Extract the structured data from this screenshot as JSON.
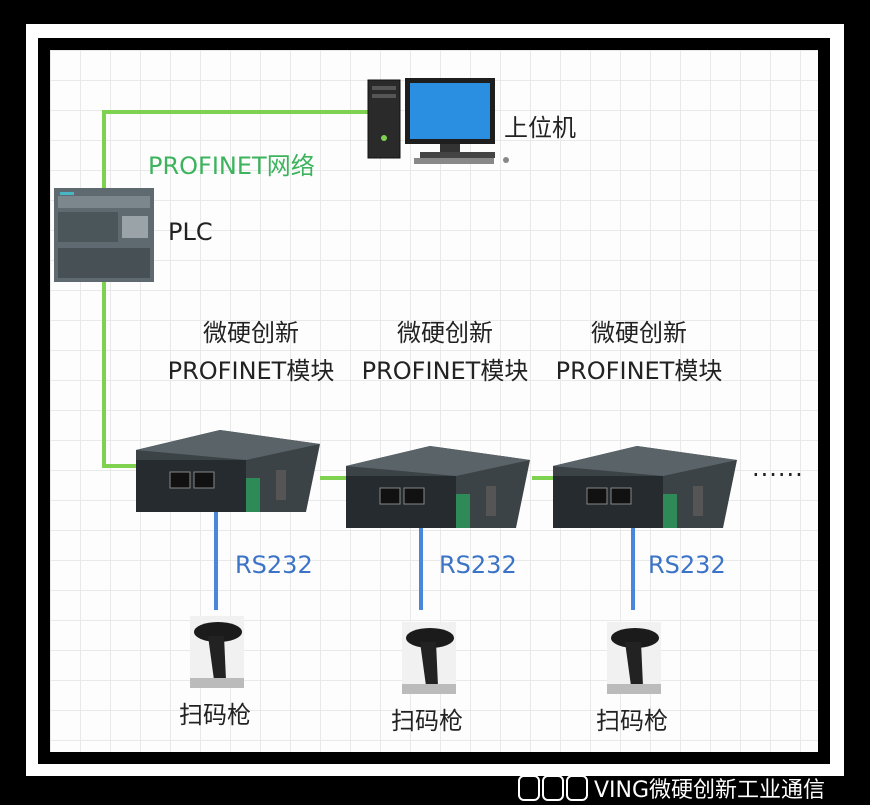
{
  "labels": {
    "host": "上位机",
    "network": "PROFINET网络",
    "plc": "PLC",
    "module_line1": "微硬创新",
    "module_line2": "PROFINET模块",
    "serial": "RS232",
    "scanner": "扫码枪",
    "ellipsis": "......"
  },
  "modules": [
    {
      "line1": "微硬创新",
      "line2": "PROFINET模块",
      "serial": "RS232",
      "scanner": "扫码枪"
    },
    {
      "line1": "微硬创新",
      "line2": "PROFINET模块",
      "serial": "RS232",
      "scanner": "扫码枪"
    },
    {
      "line1": "微硬创新",
      "line2": "PROFINET模块",
      "serial": "RS232",
      "scanner": "扫码枪"
    }
  ],
  "watermark": {
    "text": "VING微硬创新工业通信"
  },
  "colors": {
    "profinet_line": "#7ed24f",
    "rs232_line": "#4a86d9",
    "network_text": "#3cb35c",
    "serial_text": "#3b73c7"
  }
}
